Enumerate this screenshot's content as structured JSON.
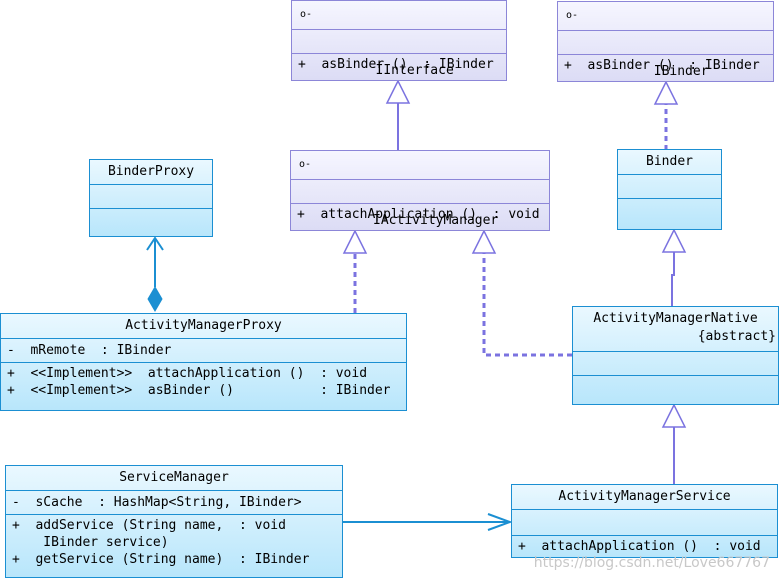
{
  "classes": {
    "iinterface": {
      "name": "IInterface",
      "ops": [
        "+  asBinder ()  : IBinder"
      ]
    },
    "ibinder": {
      "name": "IBinder",
      "ops": [
        "+  asBinder ()  : IBinder"
      ]
    },
    "iactivitymanager": {
      "name": "IActivityManager",
      "ops": [
        "+  attachApplication ()  : void"
      ]
    },
    "binder": {
      "name": "Binder"
    },
    "binderproxy": {
      "name": "BinderProxy"
    },
    "activitymanagerproxy": {
      "name": "ActivityManagerProxy",
      "attrs": [
        "-  mRemote  : IBinder"
      ],
      "ops": [
        "+  <<Implement>>  attachApplication ()  : void",
        "+  <<Implement>>  asBinder ()           : IBinder"
      ]
    },
    "activitymanagernative": {
      "name": "ActivityManagerNative",
      "stereotype": "{abstract}"
    },
    "servicemanager": {
      "name": "ServiceManager",
      "attrs": [
        "-  sCache  : HashMap<String, IBinder>"
      ],
      "ops": [
        "+  addService (String name,  : void",
        "    IBinder service)",
        "+  getService (String name)  : IBinder"
      ]
    },
    "activitymanagerservice": {
      "name": "ActivityManagerService",
      "ops": [
        "+  attachApplication ()  : void"
      ]
    }
  },
  "interface_icon": "circle-dash",
  "watermark": "https://blog.csdn.net/Love667767",
  "colors": {
    "class_border": "#1b8fd2",
    "interface_border": "#8c86d8",
    "connector": "#7b73e0",
    "association": "#1b8fd2"
  }
}
